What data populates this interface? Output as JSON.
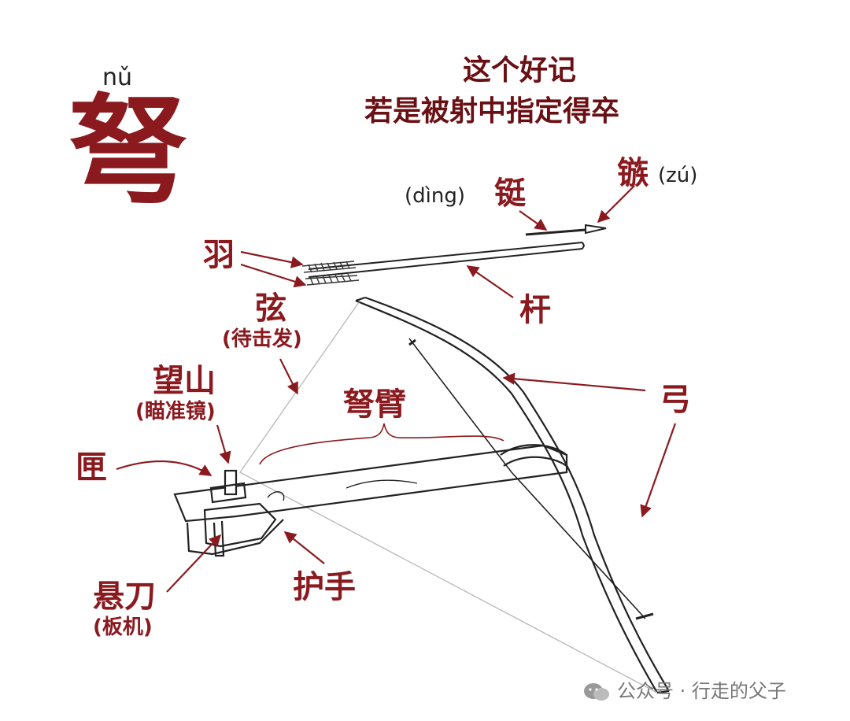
{
  "title": {
    "character": "弩",
    "pinyin": "nǔ"
  },
  "mnemonic": {
    "line1": "这个好记",
    "line2": "若是被射中指定得卒"
  },
  "labels": {
    "zu": {
      "text": "镞",
      "pinyin": "(zú)"
    },
    "ding": {
      "text": "铤",
      "pinyin": "(dìng)"
    },
    "yu": {
      "text": "羽"
    },
    "gan": {
      "text": "杆"
    },
    "xian": {
      "text": "弦",
      "note": "(待击发)"
    },
    "wangshan": {
      "text": "望山",
      "note": "(瞄准镜)"
    },
    "nubi": {
      "text": "弩臂"
    },
    "gong": {
      "text": "弓"
    },
    "xia": {
      "text": "匣"
    },
    "xuandao": {
      "text": "悬刀",
      "note": "(板机)"
    },
    "hushou": {
      "text": "护手"
    }
  },
  "watermark": {
    "text": "公众号 · 行走的父子"
  },
  "colors": {
    "label": "#8b1a1f",
    "line": "#222222",
    "pinyin": "#222222"
  }
}
